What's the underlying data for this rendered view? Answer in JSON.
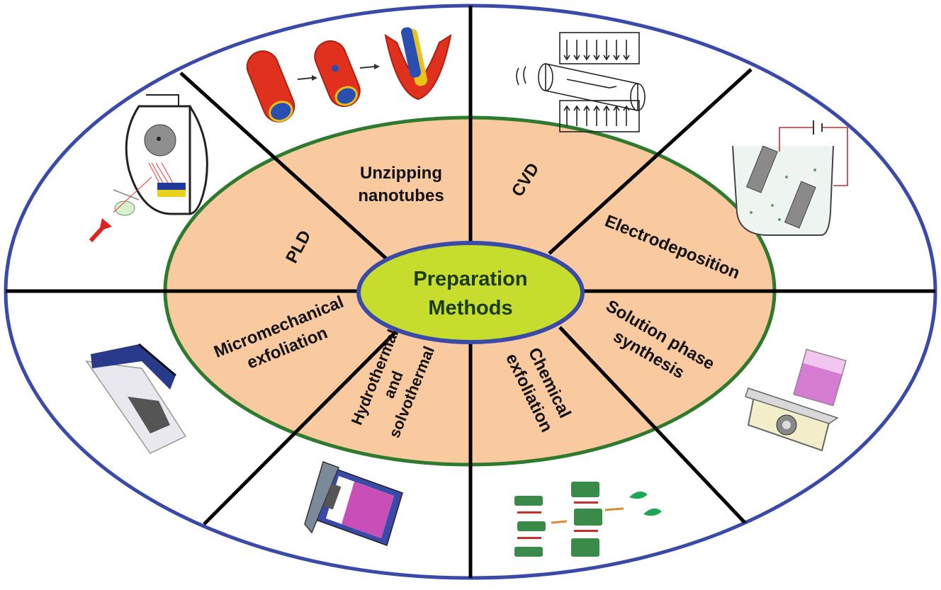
{
  "diagram": {
    "center": {
      "line1": "Preparation",
      "line2": "Methods"
    },
    "methods": {
      "unzipping": {
        "line1": "Unzipping",
        "line2": "nanotubes"
      },
      "cvd": {
        "line1": "CVD"
      },
      "electrodeposition": {
        "line1": "Electrodeposition"
      },
      "solution": {
        "line1": "Solution phase",
        "line2": "synthesis"
      },
      "chemical": {
        "line1": "Chemical",
        "line2": "exfoliation"
      },
      "hydrothermal": {
        "line1": "Hydrothermal",
        "line2": "and",
        "line3": "solvothermal"
      },
      "micromechanical": {
        "line1": "Micromechanical",
        "line2": "exfoliation"
      },
      "pld": {
        "line1": "PLD"
      }
    }
  },
  "colors": {
    "outer_border": "#3a4aa8",
    "inner_fill": "#f9c9a0",
    "inner_border": "#2e7a2e",
    "center_fill": "#c7dd2e",
    "center_border": "#3a4aa8",
    "center_text": "#1a3a1a",
    "spokes": "#000000"
  }
}
